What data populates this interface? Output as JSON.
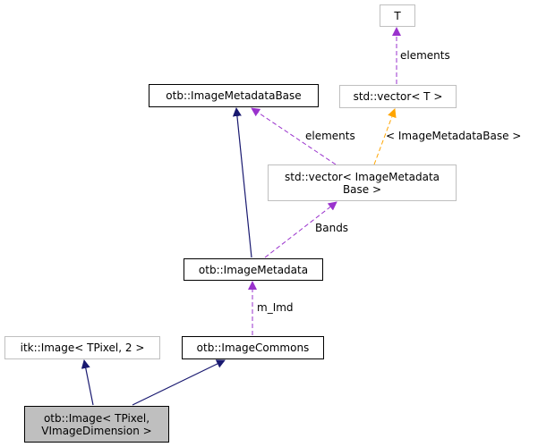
{
  "diagram": {
    "nodes": {
      "t": "T",
      "vector_t": "std::vector< T >",
      "metadata_base": "otb::ImageMetadataBase",
      "vector_metadata_base_line1": "std::vector< ImageMetadata",
      "vector_metadata_base_line2": "Base >",
      "image_metadata": "otb::ImageMetadata",
      "itk_image": "itk::Image< TPixel, 2 >",
      "image_commons": "otb::ImageCommons",
      "otb_image_line1": "otb::Image< TPixel,",
      "otb_image_line2": "VImageDimension >"
    },
    "edge_labels": {
      "t_elements": "elements",
      "template_arg": "< ImageMetadataBase >",
      "base_elements": "elements",
      "bands": "Bands",
      "m_imd": "m_Imd"
    },
    "colors": {
      "inheritance": "#191970",
      "usage": "#9a32cd",
      "template": "#ffa500"
    }
  }
}
